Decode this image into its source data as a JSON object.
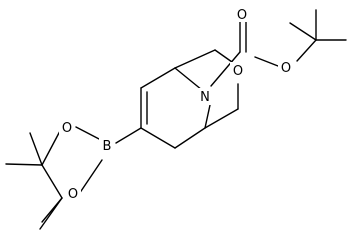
{
  "structure": {
    "atoms": [
      {
        "id": "O1",
        "symbol": "O"
      },
      {
        "id": "O2",
        "symbol": "O"
      },
      {
        "id": "O3",
        "symbol": "O"
      },
      {
        "id": "N1",
        "symbol": "N"
      },
      {
        "id": "B1",
        "symbol": "B"
      },
      {
        "id": "O4",
        "symbol": "O"
      },
      {
        "id": "O5",
        "symbol": "O"
      }
    ]
  }
}
